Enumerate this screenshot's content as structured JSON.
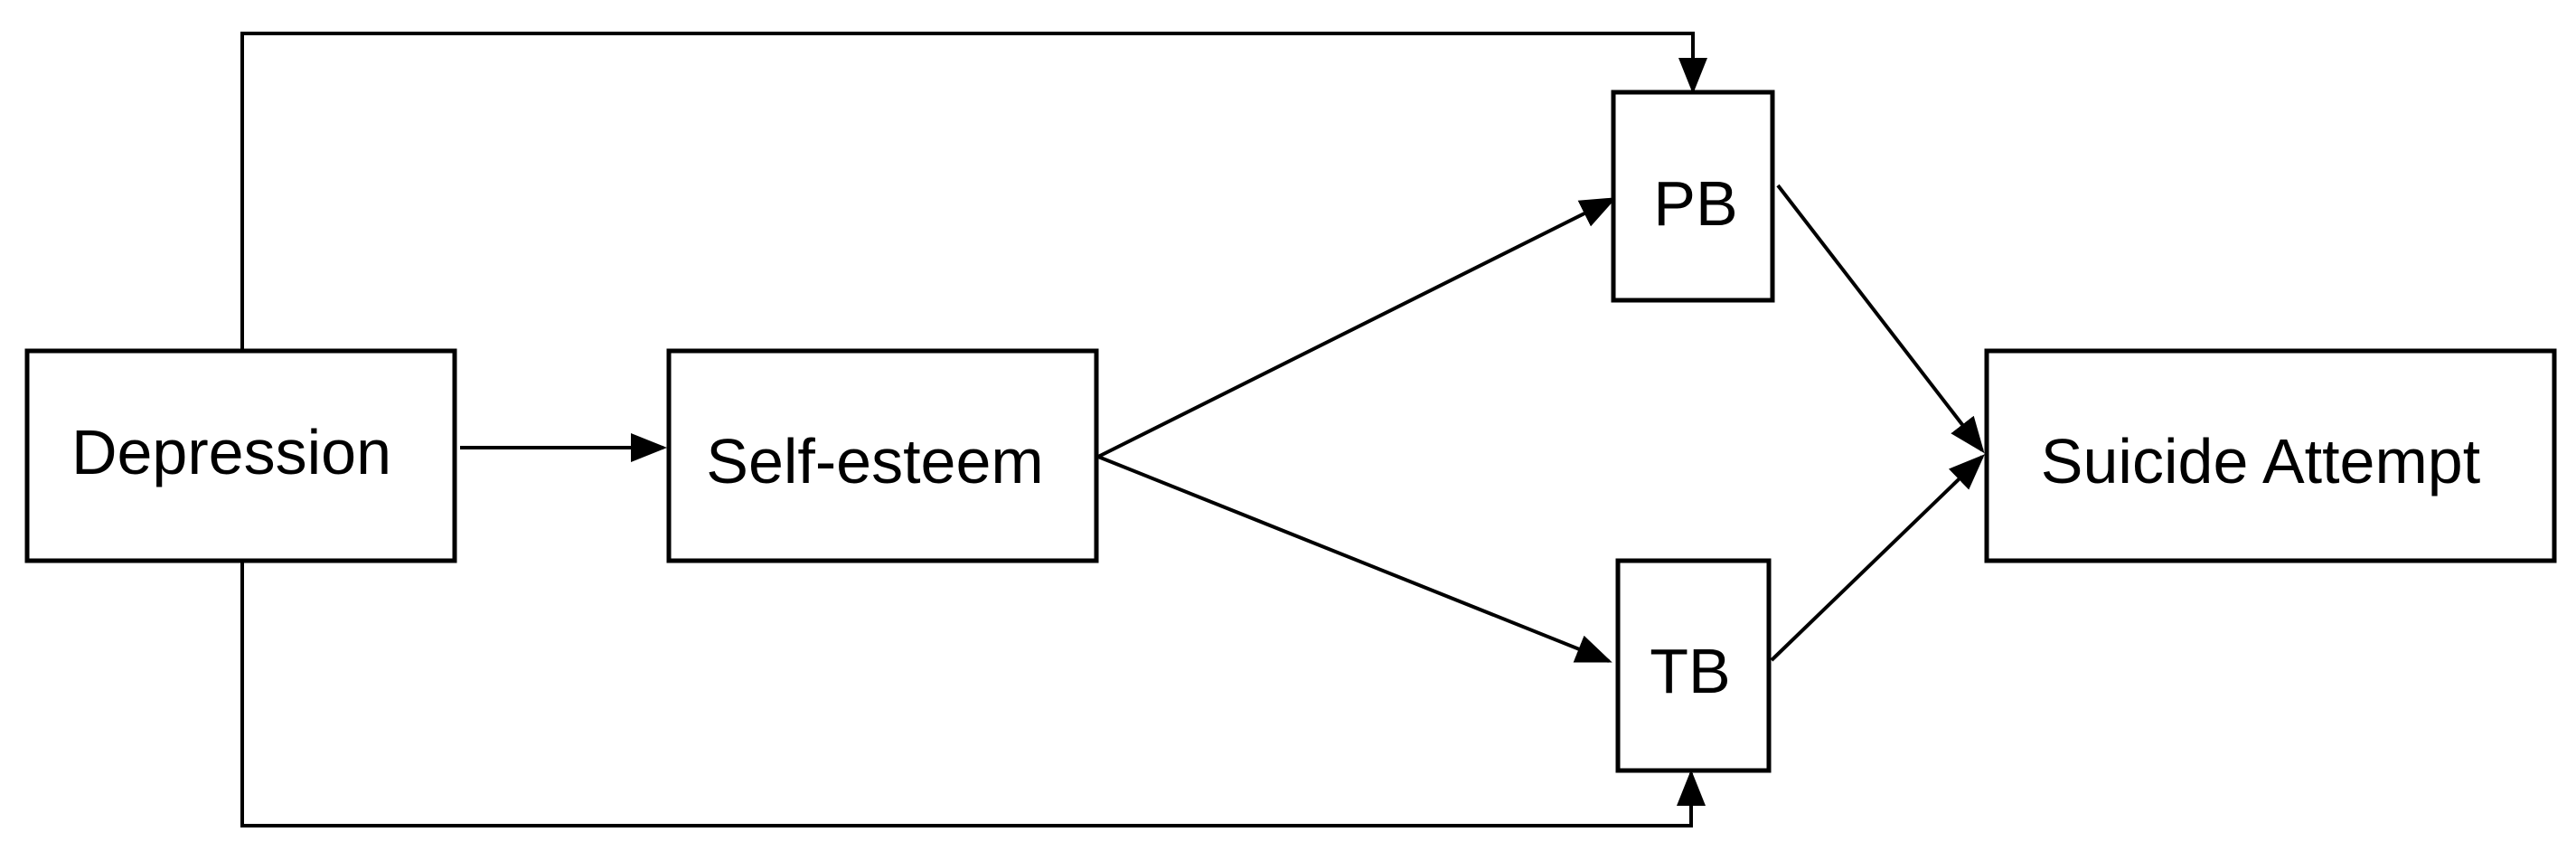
{
  "diagram": {
    "nodes": {
      "depression": {
        "label": "Depression"
      },
      "self_esteem": {
        "label": "Self-esteem"
      },
      "pb": {
        "label": "PB"
      },
      "tb": {
        "label": "TB"
      },
      "suicide_attempt": {
        "label": "Suicide Attempt"
      }
    },
    "edges": [
      {
        "from": "Depression",
        "to": "Self-esteem"
      },
      {
        "from": "Self-esteem",
        "to": "PB"
      },
      {
        "from": "Self-esteem",
        "to": "TB"
      },
      {
        "from": "PB",
        "to": "Suicide Attempt"
      },
      {
        "from": "TB",
        "to": "Suicide Attempt"
      },
      {
        "from": "Depression",
        "to": "PB"
      },
      {
        "from": "Depression",
        "to": "TB"
      }
    ],
    "colors": {
      "stroke": "#000000",
      "background": "#ffffff",
      "text": "#000000"
    }
  }
}
